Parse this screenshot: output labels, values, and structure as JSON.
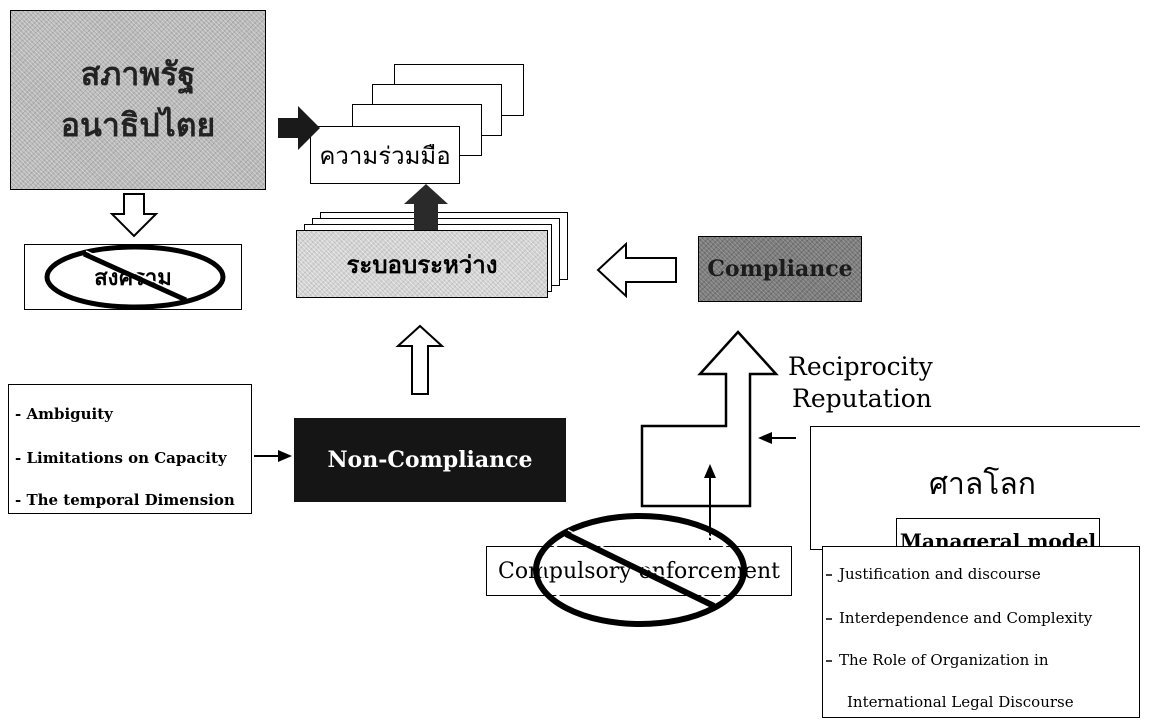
{
  "nodes": {
    "democratic_states": "สภาพรัฐอนาธิปไตย",
    "war": "สงคราม",
    "cooperation": "ความร่วมมือ",
    "international_regime": "ระบอบระหว่าง",
    "compliance": "Compliance",
    "non_compliance": "Non-Compliance",
    "compulsory_enforcement": "Compulsory enforcement",
    "world_court": "ศาลโลก",
    "managerial_model": "Manageral model"
  },
  "labels": {
    "reciprocity": "Reciprocity",
    "reputation": "Reputation"
  },
  "non_compliance_causes": [
    "- Ambiguity",
    "- Limitations on Capacity",
    "- The temporal Dimension"
  ],
  "managerial_points": [
    "Justification and discourse",
    "Interdependence and Complexity",
    "The Role of Organization in",
    "International Legal Discourse"
  ]
}
